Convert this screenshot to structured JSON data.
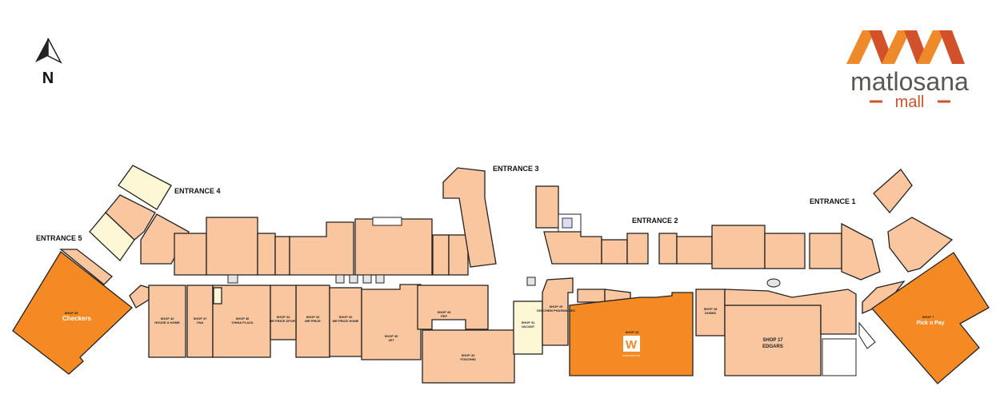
{
  "brand": {
    "name": "matlosana",
    "sub": "mall",
    "colors": {
      "orange": "#ee8a2a",
      "rust": "#d2512a",
      "grey": "#5c5650"
    }
  },
  "compass": {
    "label": "N",
    "icon": "north-arrow-icon"
  },
  "entrances": [
    "ENTRANCE 1",
    "ENTRANCE 2",
    "ENTRANCE 3",
    "ENTRANCE 4",
    "ENTRANCE 5"
  ],
  "anchors": {
    "checkers": {
      "shop": "SHOP 35",
      "name": "Checkers"
    },
    "pnp": {
      "shop": "SHOP 7",
      "name": "Pick n Pay"
    },
    "woolworths": {
      "shop": "SHOP 24",
      "logo": "W",
      "name": "WOOLWORTHS"
    },
    "edgars": {
      "shop": "SHOP 17",
      "name": "EDGARS"
    }
  },
  "shops": [
    {
      "shop": "SHOP 42",
      "name": "HOUSE & HOME"
    },
    {
      "shop": "SHOP 37",
      "name": "CNA"
    },
    {
      "shop": "SHOP 36",
      "name": "CHINA PLAZA"
    },
    {
      "shop": "SHOP 34",
      "name": "MR PRICE SPORT"
    },
    {
      "shop": "SHOP 33",
      "name": "MR PRICE"
    },
    {
      "shop": "SHOP 32",
      "name": "MR PRICE HOME"
    },
    {
      "shop": "SHOP 30",
      "name": "JET"
    },
    {
      "shop": "SHOP 28",
      "name": "PEP"
    },
    {
      "shop": "SHOP 26",
      "name": "FOSCHINI"
    },
    {
      "shop": "SHOP 31",
      "name": "VACANT"
    },
    {
      "shop": "SHOP 29",
      "name": "DIS-CHEM PHARMACIES"
    },
    {
      "shop": "SHOP 18",
      "name": "DUNNS"
    }
  ],
  "colors": {
    "shop": "#f9c6a0",
    "anchor": "#f58a24",
    "vacant": "#fdf7d6"
  }
}
